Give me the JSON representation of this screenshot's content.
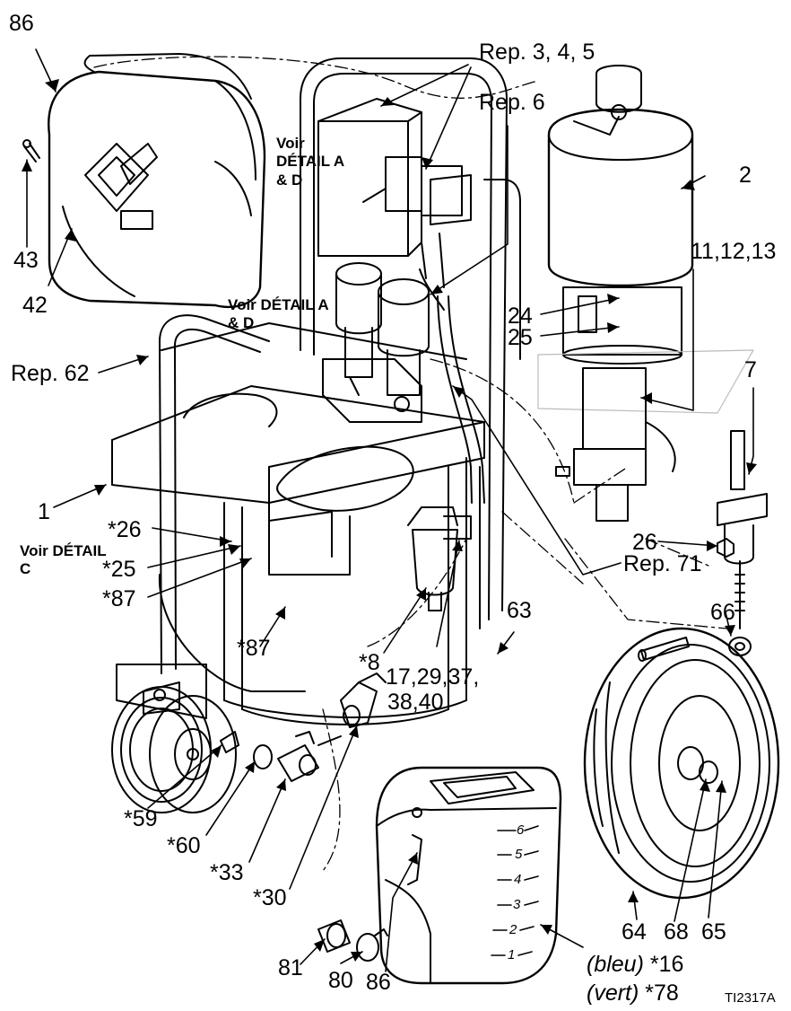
{
  "labels": {
    "l86_top": "86",
    "rep345": "Rep. 3, 4, 5",
    "rep6": "Rep. 6",
    "l2": "2",
    "voir_ad_1": "Voir DÉTAIL A & D",
    "voir_ad_2": "Voir DÉTAIL A & D",
    "l43": "43",
    "l42": "42",
    "l11_12_13": "11,12,13",
    "l24": "24",
    "l25": "25",
    "rep62": "Rep. 62",
    "l7": "7",
    "l1": "1",
    "l26_left": "*26",
    "voir_c": "Voir DÉTAIL C",
    "l25_star": "*25",
    "l87_a": "*87",
    "l87_b": "*87",
    "l26_right": "26",
    "rep71": "Rep. 71",
    "l63": "63",
    "l66": "66",
    "l8": "*8",
    "l17_line1": "17,29,37,",
    "l17_line2": "38,40",
    "l59": "*59",
    "l60": "*60",
    "l33": "*33",
    "l30": "*30",
    "l64": "64",
    "l68": "68",
    "l65": "65",
    "l81": "81",
    "l80": "80",
    "l86_bottom": "86",
    "bleu_word": "(bleu)",
    "bleu_num": " *16",
    "vert_word": "(vert)",
    "vert_num": " *78",
    "fig_id": "TI2317A"
  },
  "hopper_marks": [
    "6",
    "5",
    "4",
    "3",
    "2",
    "1"
  ]
}
